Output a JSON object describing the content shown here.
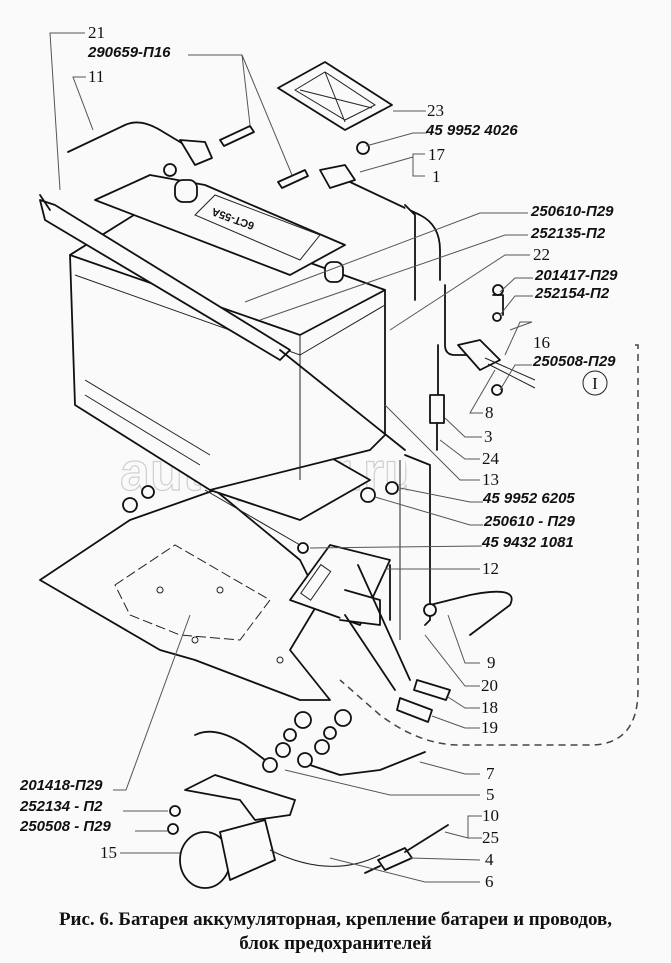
{
  "figure": {
    "caption_line1": "Рис. 6. Батарея аккумуляторная, крепление батареи и проводов,",
    "caption_line2": "блок предохранителей",
    "watermark": "autopiter.ru",
    "battery_label": "6СТ-55А",
    "detail_marker": "I"
  },
  "callouts": {
    "n21": "21",
    "p290659": "290659-П16",
    "n11": "11",
    "n23": "23",
    "p459952_4026": "45 9952 4026",
    "n17": "17",
    "n1": "1",
    "p250610_a": "250610-П29",
    "p252135": "252135-П2",
    "n22": "22",
    "p201417": "201417-П29",
    "p252154": "252154-П2",
    "n16": "16",
    "p250508_a": "250508-П29",
    "n8": "8",
    "n3": "3",
    "n24": "24",
    "n13": "13",
    "p459952_6205": "45 9952 6205",
    "p250610_b": "250610 - П29",
    "p459432_1081": "45 9432 1081",
    "n12": "12",
    "n9": "9",
    "n20": "20",
    "n18": "18",
    "n19": "19",
    "n7": "7",
    "n5": "5",
    "n10": "10",
    "n25": "25",
    "n4": "4",
    "n6": "6",
    "p201418": "201418-П29",
    "p252134": "252134 - П2",
    "p250508_b": "250508 - П29",
    "n15": "15"
  }
}
